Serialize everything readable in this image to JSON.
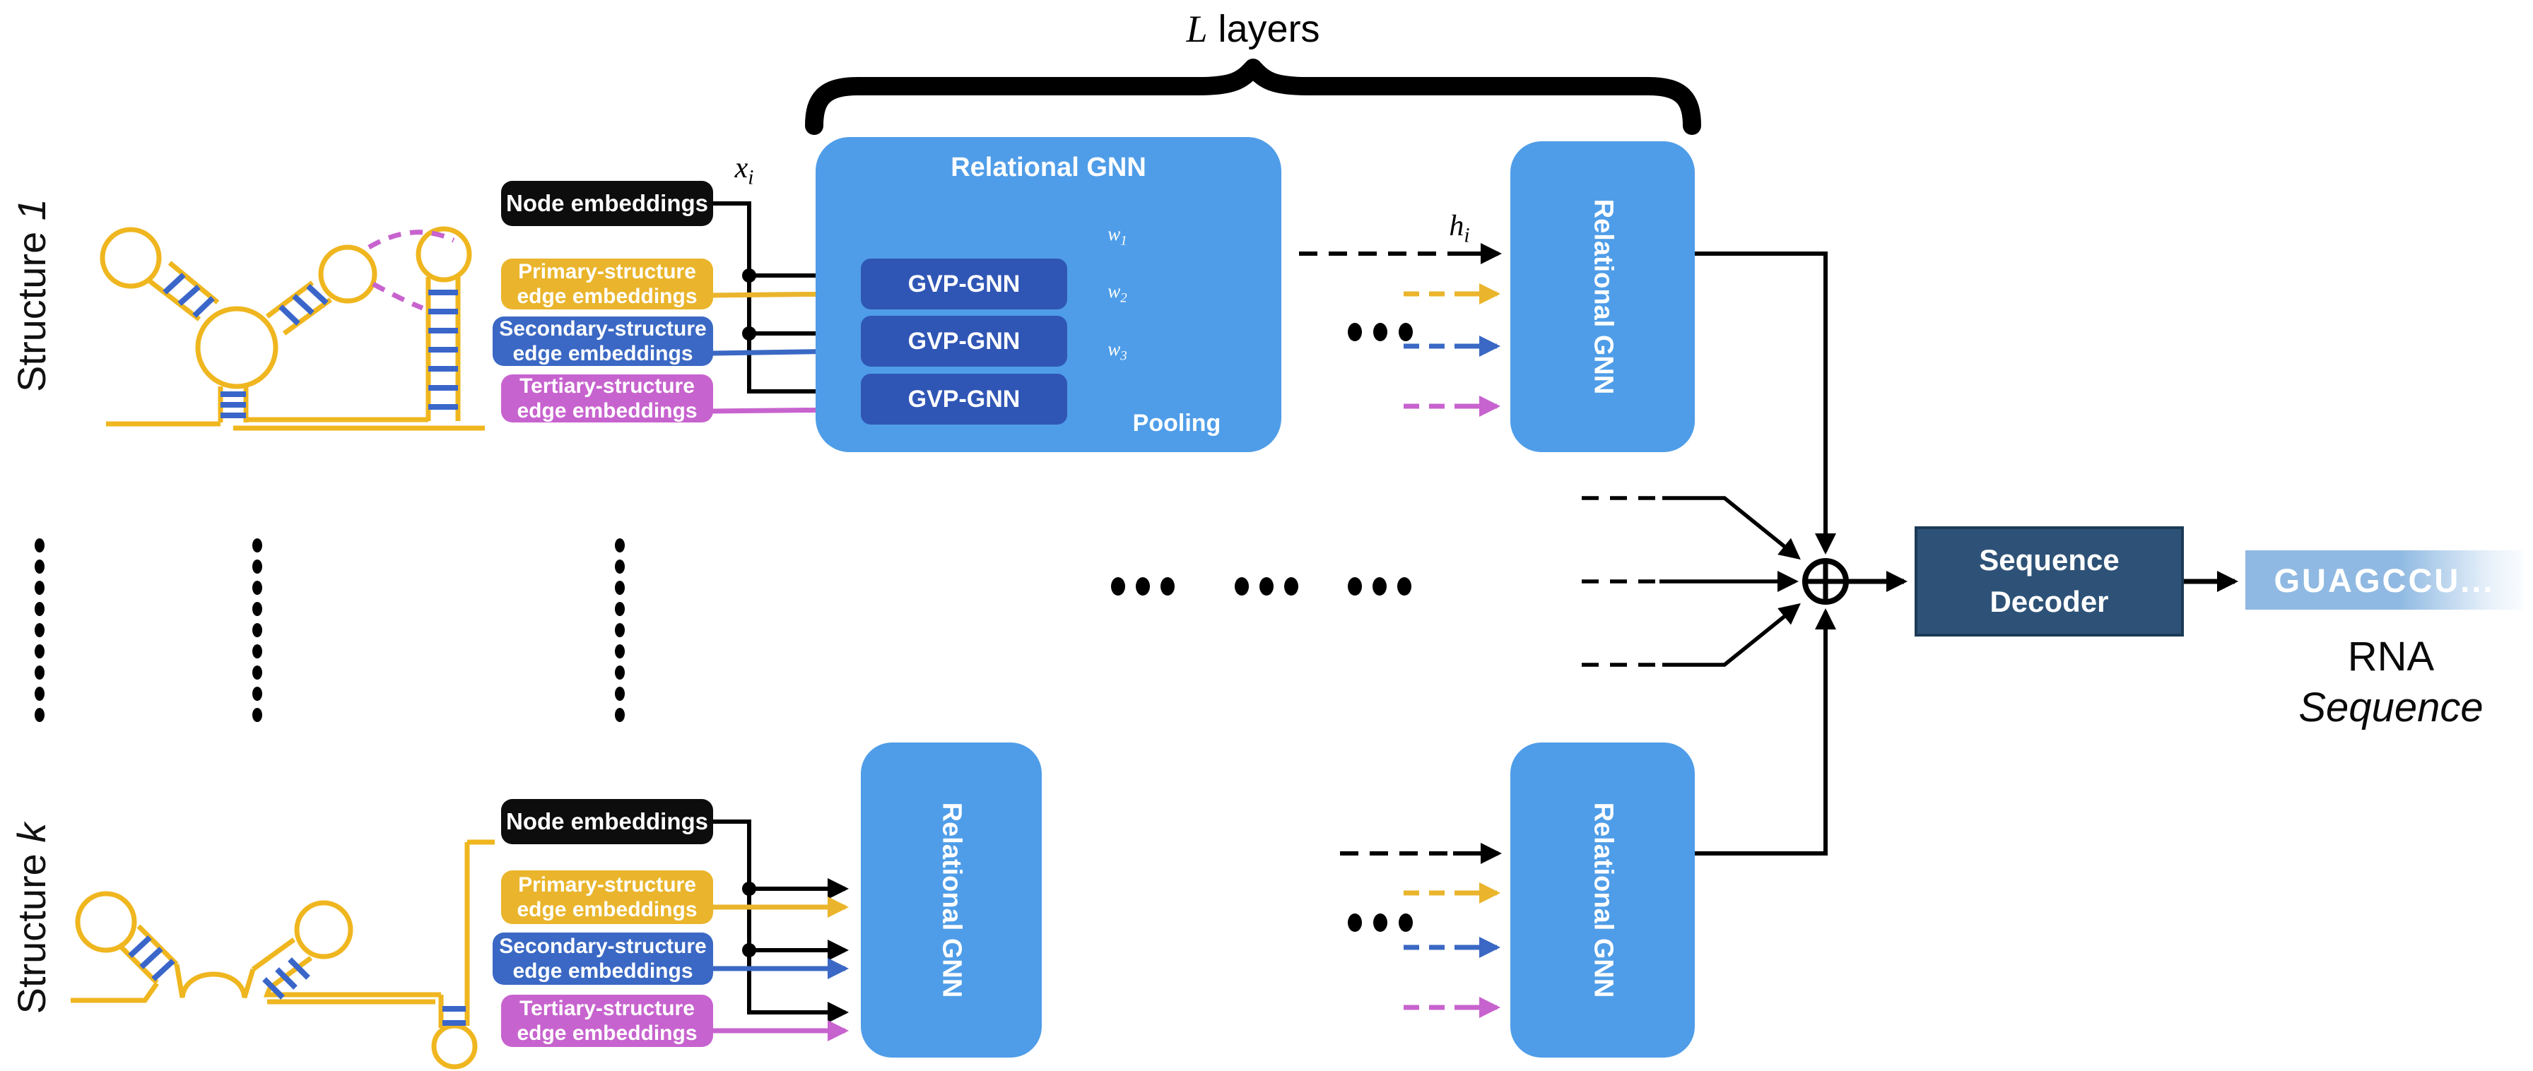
{
  "brace": {
    "italic": "L",
    "rest": " layers"
  },
  "structures": {
    "base": "Structure ",
    "row1_index": "1",
    "rowk_index": "k"
  },
  "embeddings": {
    "node": "Node embeddings",
    "primary_l1": "Primary-structure",
    "primary_l2": "edge embeddings",
    "secondary_l1": "Secondary-structure",
    "secondary_l2": "edge embeddings",
    "tertiary_l1": "Tertiary-structure",
    "tertiary_l2": "edge embeddings"
  },
  "gnn": {
    "relational": "Relational GNN",
    "gvp": "GVP-GNN",
    "pooling": "Pooling",
    "w_base": "w",
    "w1_sub": "1",
    "w2_sub": "2",
    "w3_sub": "3"
  },
  "math": {
    "x_base": "x",
    "x_sub": "i",
    "h_base": "h",
    "h_sub": "i"
  },
  "decoder": {
    "line1": "Sequence",
    "line2": "Decoder"
  },
  "output": {
    "sequence_text": "GUAGCCU...",
    "caption_line1": "RNA",
    "caption_line2": "Sequence"
  },
  "colors": {
    "rgnn_blue": "#4F9DE8",
    "gvp_blue": "#3056B5",
    "node_black": "#0D0D0D",
    "primary_yellow": "#EAB52C",
    "secondary_blue": "#3A68C4",
    "tertiary_magenta": "#C763CE",
    "decoder_navy": "#2E5277",
    "strand_yellow": "#EFB61F",
    "pair_blue": "#3A66C9",
    "output_gradient_start": "#8FB9E2",
    "output_gradient_end": "#FAFCFE"
  }
}
